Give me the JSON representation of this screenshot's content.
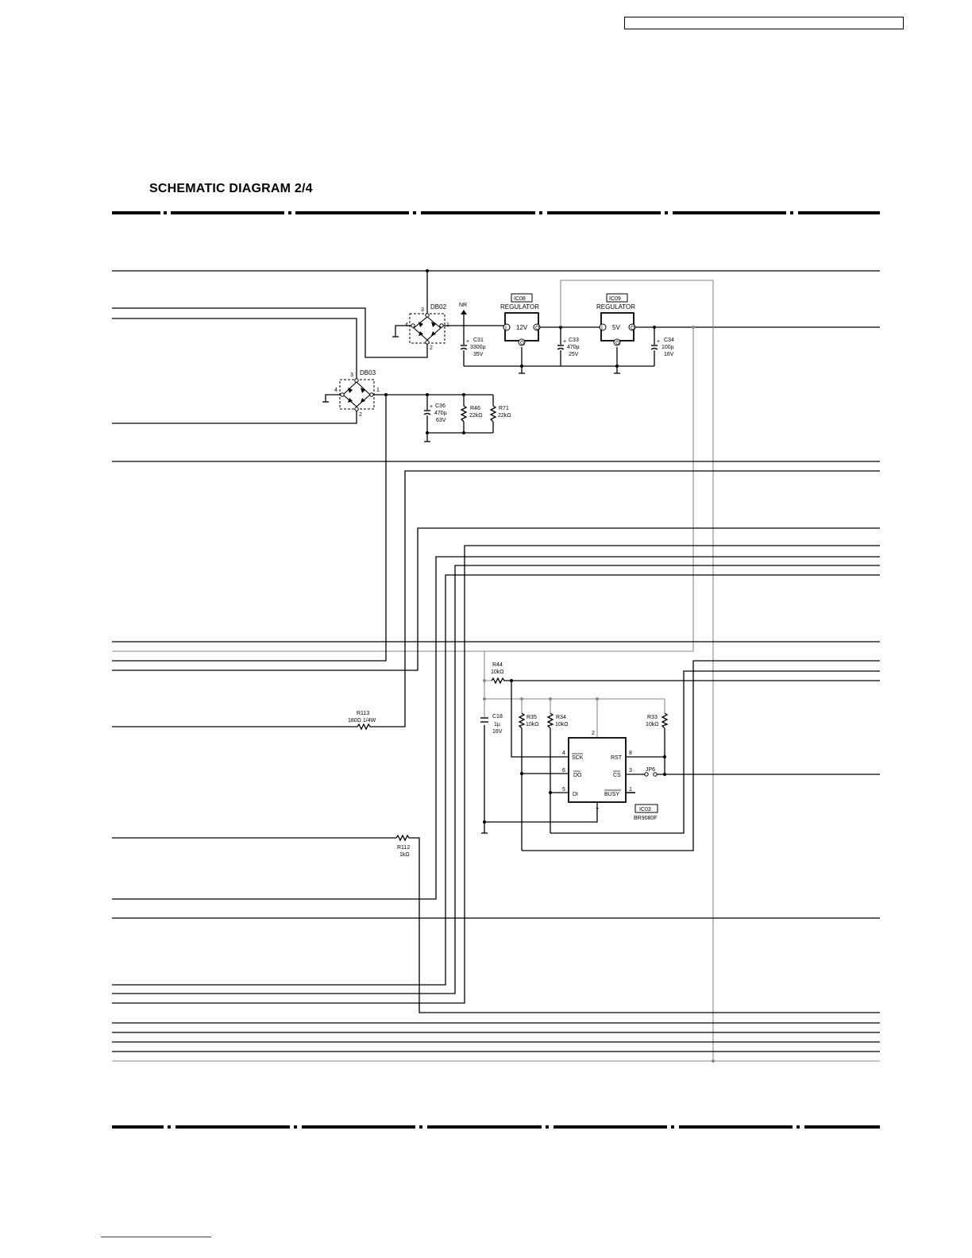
{
  "page": {
    "title": "SCHEMATIC DIAGRAM 2/4"
  },
  "components": {
    "db02": {
      "ref": "DB02",
      "pin1": "1",
      "pin2": "2",
      "pin3": "3",
      "pin4": "4"
    },
    "db03": {
      "ref": "DB03",
      "pin1": "1",
      "pin2": "2",
      "pin3": "3",
      "pin4": "4"
    },
    "nr": {
      "label": "NR"
    },
    "ic08": {
      "ref": "IC08",
      "type": "REGULATOR",
      "voltage": "12V",
      "in": "I",
      "out": "O",
      "gnd": "G"
    },
    "ic09": {
      "ref": "IC09",
      "type": "REGULATOR",
      "voltage": "5V",
      "in": "I",
      "out": "O",
      "gnd": "G"
    },
    "c31": {
      "ref": "C31",
      "value": "3300µ",
      "rating": "35V"
    },
    "c33": {
      "ref": "C33",
      "value": "470µ",
      "rating": "25V"
    },
    "c34": {
      "ref": "C34",
      "value": "100µ",
      "rating": "16V"
    },
    "c36": {
      "ref": "C36",
      "value": "470µ",
      "rating": "63V"
    },
    "r46": {
      "ref": "R46",
      "value": "22kΩ"
    },
    "r71": {
      "ref": "R71",
      "value": "22kΩ"
    },
    "r44": {
      "ref": "R44",
      "value": "10kΩ"
    },
    "c18": {
      "ref": "C18",
      "value": "1µ",
      "rating": "16V"
    },
    "r35": {
      "ref": "R35",
      "value": "10kΩ"
    },
    "r34": {
      "ref": "R34",
      "value": "10kΩ"
    },
    "r33": {
      "ref": "R33",
      "value": "10kΩ"
    },
    "r113": {
      "ref": "R113",
      "value": "180Ω  1/4W"
    },
    "r112": {
      "ref": "R112",
      "value": "1kΩ"
    },
    "jp6": {
      "ref": "JP6"
    },
    "ic03": {
      "ref": "IC03",
      "part": "BR9080F",
      "pins": {
        "sck": "SCK",
        "do": "DO",
        "di": "DI",
        "rst": "RST",
        "cs": "CS",
        "busy": "BUSY",
        "p1": "1",
        "p2": "2",
        "p3": "3",
        "p4": "4",
        "p5": "5",
        "p6": "6",
        "p7": "7",
        "p8": "8"
      }
    }
  }
}
